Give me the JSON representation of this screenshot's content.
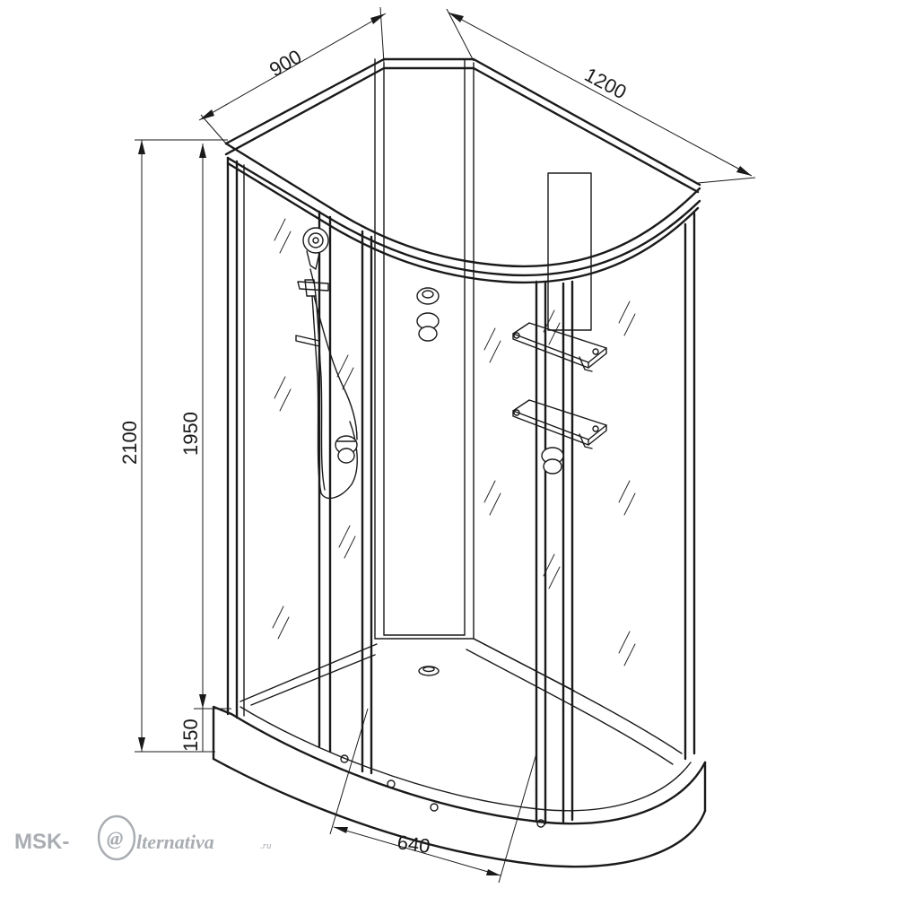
{
  "dimensions": {
    "width_top": "900",
    "length_top": "1200",
    "total_height": "2100",
    "panel_height": "1950",
    "tray_height": "150",
    "door_width": "640"
  },
  "watermark": {
    "prefix": "MSK-",
    "at_glyph": "@",
    "suffix": "lternativa",
    "tld": ".ru",
    "color": "#a9adb2"
  }
}
